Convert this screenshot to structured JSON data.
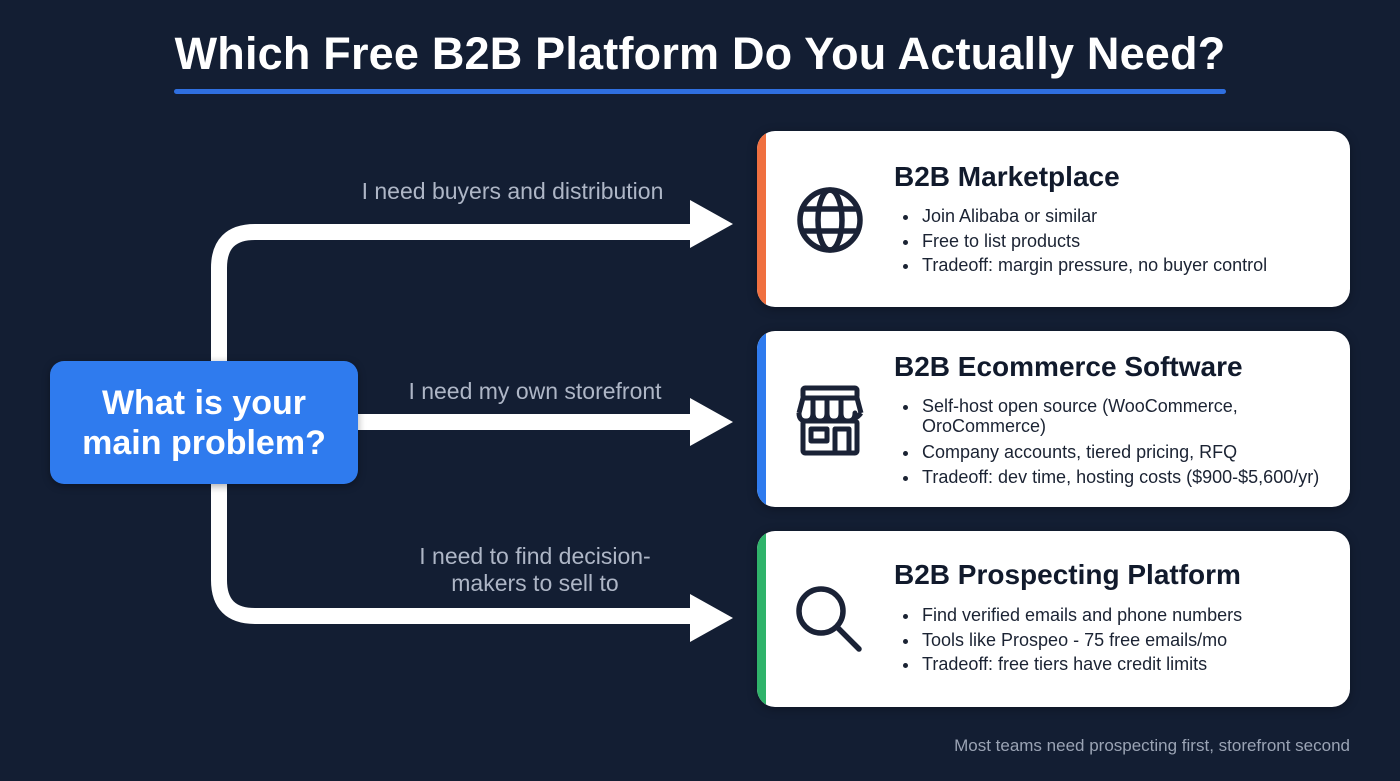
{
  "header": {
    "title": "Which Free B2B Platform Do You Actually Need?"
  },
  "question": {
    "line1": "What is your",
    "line2": "main problem?"
  },
  "branches": [
    {
      "label_lines": [
        "I need buyers and distribution"
      ]
    },
    {
      "label_lines": [
        "I need my own storefront"
      ]
    },
    {
      "label_lines": [
        "I need to find decision-",
        "makers to sell to"
      ]
    }
  ],
  "cards": [
    {
      "title": "B2B Marketplace",
      "icon": "globe-icon",
      "accent_color": "#f07040",
      "bullets": [
        "Join Alibaba or similar",
        "Free to list products",
        "Tradeoff: margin pressure, no buyer control"
      ]
    },
    {
      "title": "B2B Ecommerce Software",
      "icon": "storefront-icon",
      "accent_color": "#2f7bee",
      "bullets": [
        "Self-host open source (WooCommerce, OroCommerce)",
        "Company accounts, tiered pricing, RFQ",
        "Tradeoff: dev time, hosting costs ($900-$5,600/yr)"
      ]
    },
    {
      "title": "B2B Prospecting Platform",
      "icon": "search-icon",
      "accent_color": "#2fb36a",
      "bullets": [
        "Find verified emails and phone numbers",
        "Tools like Prospeo - 75 free emails/mo",
        "Tradeoff: free tiers have credit limits"
      ]
    }
  ],
  "footer": {
    "note": "Most teams need prospecting first, storefront second"
  },
  "colors": {
    "background": "#131e33",
    "title_underline": "#2f6fe0",
    "question_box": "#2f7bee",
    "arrow": "#ffffff",
    "branch_label": "#aeb6c6"
  }
}
